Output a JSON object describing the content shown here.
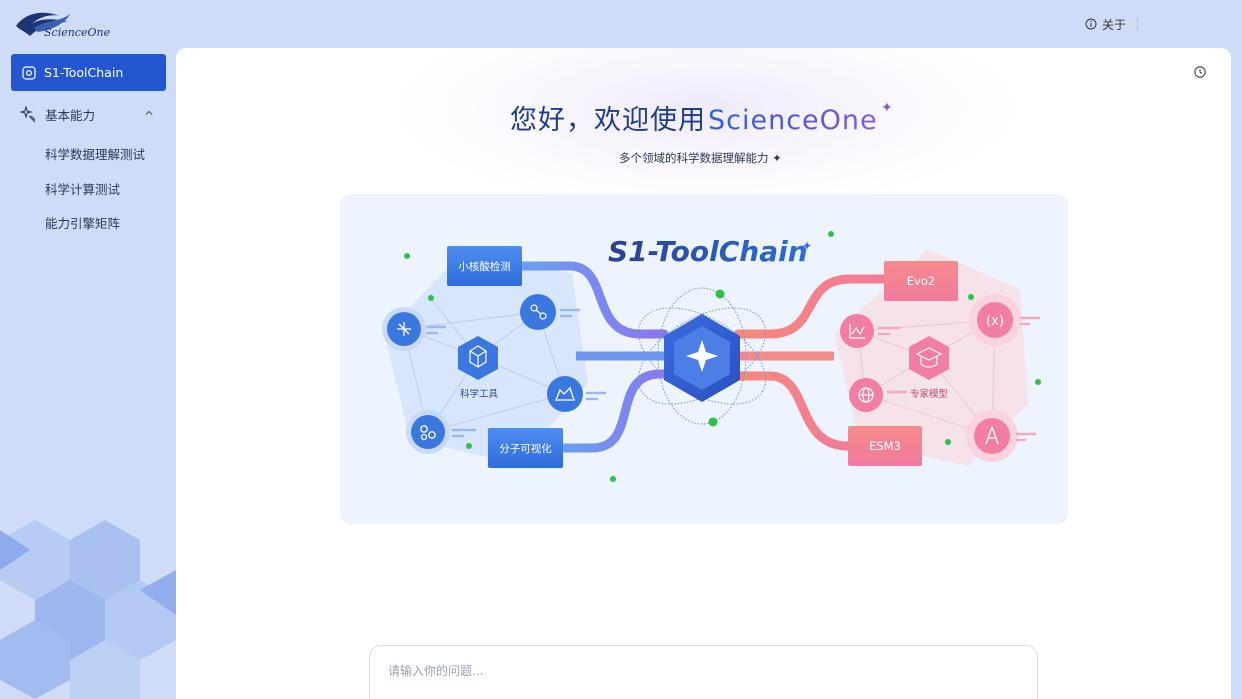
{
  "brand": {
    "logo_text": "ScienceOne"
  },
  "header": {
    "about_label": "关于"
  },
  "sidebar": {
    "active_item": "S1-ToolChain",
    "group_label": "基本能力",
    "sub_items": [
      "科学数据理解测试",
      "科学计算测试",
      "能力引擎矩阵"
    ]
  },
  "main": {
    "greeting_prefix": "您好，欢迎使用",
    "greeting_brand": "ScienceOne",
    "subtitle": "多个领域的科学数据理解能力 ✦",
    "hero": {
      "title": "S1-ToolChain",
      "left_boxes": [
        "小核酸检测",
        "分子可视化"
      ],
      "left_hex_label": "科学工具",
      "right_boxes": [
        "Evo2",
        "ESM3"
      ],
      "right_hex_label": "专家模型"
    },
    "input_placeholder": "请输入你的问题..."
  },
  "colors": {
    "accent": "#2457cf",
    "pink": "#f06a8f",
    "green": "#2ec24a"
  }
}
